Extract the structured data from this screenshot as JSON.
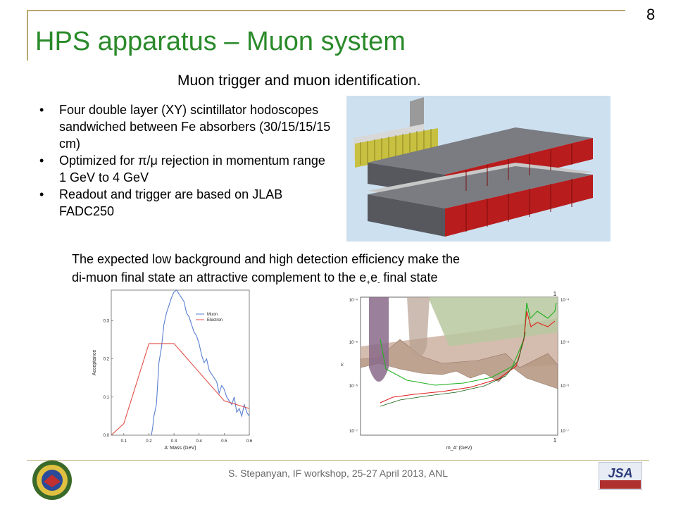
{
  "slide": {
    "number": "8",
    "title": "HPS apparatus – Muon system",
    "subtitle": "Muon trigger and muon identification.",
    "bullets": [
      "Four double layer (XY) scintillator hodoscopes sandwiched between Fe absorbers (30/15/15/15 cm)",
      "Optimized for π/μ rejection in momentum range 1 GeV to 4 GeV",
      "Readout and trigger are based on JLAB FADC250"
    ],
    "paragraph": {
      "line1": "The expected low background and high detection efficiency make the",
      "line2_prefix": "di-muon final state an attractive complement to the e",
      "line2_sub1": "+",
      "line2_mid": "e",
      "line2_sub2": "-",
      "line2_suffix": " final state"
    },
    "bullet_marker": "•",
    "footer": "S. Stepanyan, IF workshop, 25-27 April 2013, ANL",
    "right_logo_text": "JSA"
  },
  "chart_data": [
    {
      "type": "line",
      "xlabel": "A' Mass (GeV)",
      "ylabel": "Acceptance",
      "xlim": [
        0.05,
        0.6
      ],
      "ylim": [
        0,
        0.38
      ],
      "xticks": [
        "0.1",
        "0.2",
        "0.3",
        "0.4",
        "0.5",
        "0.6"
      ],
      "yticks": [
        "0.0",
        "0.1",
        "0.2",
        "0.3"
      ],
      "legend_position": "top-right",
      "series": [
        {
          "name": "Muon",
          "color": "#5a7fd0",
          "x": [
            0.21,
            0.215,
            0.22,
            0.23,
            0.24,
            0.25,
            0.26,
            0.27,
            0.28,
            0.29,
            0.3,
            0.31,
            0.32,
            0.33,
            0.34,
            0.35,
            0.36,
            0.37,
            0.38,
            0.39,
            0.4,
            0.41,
            0.42,
            0.43,
            0.44,
            0.45,
            0.46,
            0.47,
            0.48,
            0.49,
            0.5,
            0.51,
            0.52,
            0.53,
            0.54,
            0.55,
            0.56,
            0.57,
            0.58,
            0.59,
            0.6
          ],
          "y": [
            0.0,
            0.02,
            0.05,
            0.08,
            0.19,
            0.23,
            0.29,
            0.32,
            0.34,
            0.36,
            0.375,
            0.38,
            0.37,
            0.36,
            0.35,
            0.32,
            0.31,
            0.29,
            0.27,
            0.26,
            0.24,
            0.21,
            0.19,
            0.2,
            0.17,
            0.16,
            0.15,
            0.14,
            0.11,
            0.13,
            0.12,
            0.1,
            0.09,
            0.08,
            0.1,
            0.06,
            0.07,
            0.05,
            0.08,
            0.06,
            0.05
          ]
        },
        {
          "name": "Electron",
          "color": "#e0504a",
          "x": [
            0.05,
            0.1,
            0.2,
            0.3,
            0.5,
            0.6
          ],
          "y": [
            0.0,
            0.03,
            0.24,
            0.24,
            0.09,
            0.07
          ]
        }
      ]
    },
    {
      "type": "area",
      "xlabel": "m_A' (GeV)",
      "ylabel": "ε",
      "x_scale": "log",
      "y_scale": "log",
      "xticks": [
        "1"
      ],
      "yticks": [
        "10⁻⁴",
        "10⁻⁵",
        "10⁻⁶",
        "10⁻⁷"
      ],
      "right_yticks": [
        "10⁻⁴",
        "10⁻⁵",
        "10⁻⁶",
        "10⁻⁷"
      ],
      "series": [
        {
          "name": "",
          "color": "#e02020"
        },
        {
          "name": "",
          "color": "#20b020"
        }
      ]
    }
  ]
}
